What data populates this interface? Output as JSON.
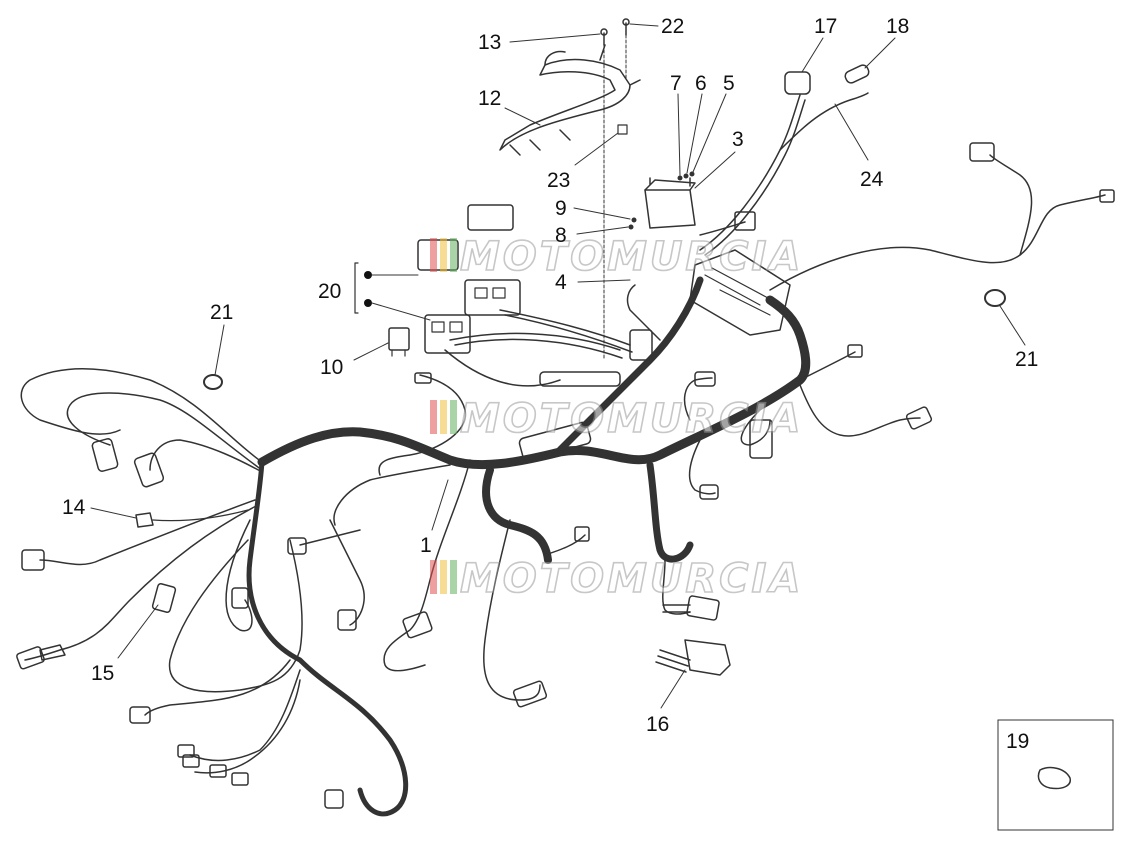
{
  "watermark": {
    "text": "MOTOMURCIA",
    "colors": [
      "#e05050",
      "#f0c040",
      "#60b060"
    ]
  },
  "callouts": {
    "c1": "1",
    "c3": "3",
    "c4": "4",
    "c5": "5",
    "c6": "6",
    "c7": "7",
    "c8": "8",
    "c9": "9",
    "c10": "10",
    "c12": "12",
    "c13": "13",
    "c14": "14",
    "c15": "15",
    "c16": "16",
    "c17": "17",
    "c18": "18",
    "c19": "19",
    "c20": "20",
    "c21a": "21",
    "c21b": "21",
    "c22": "22",
    "c23": "23",
    "c24": "24"
  },
  "colors": {
    "line": "#333333",
    "label": "#111111",
    "background": "#ffffff"
  }
}
